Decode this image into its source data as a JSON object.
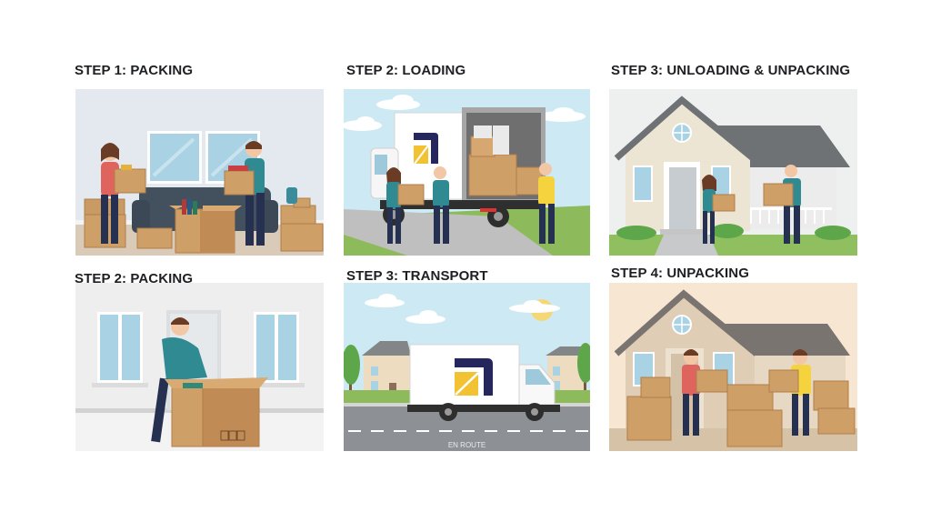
{
  "steps": [
    {
      "title": "STEP 1: PACKING",
      "scene": "two people packing boxes in a living room",
      "bg": "#e6ecf0"
    },
    {
      "title": "STEP 2: LOADING",
      "scene": "three movers loading boxes into a white moving truck",
      "bg": "#cdeaf4"
    },
    {
      "title": "STEP 3: UNLOADING & UNPACKING",
      "scene": "two people carrying boxes into a house",
      "bg": "#eef0f0"
    },
    {
      "title": "STEP 2: PACKING",
      "scene": "man packing a large box indoors",
      "bg": "#eeeeee"
    },
    {
      "title": "STEP 3: TRANSPORT",
      "scene": "moving truck driving on a road",
      "bg": "#cdeaf4",
      "road_label": "EN ROUTE"
    },
    {
      "title": "STEP 4: UNPACKING",
      "scene": "two movers with boxes in front of a house",
      "bg": "#f6e6d2"
    }
  ],
  "colors": {
    "brand_navy": "#24265c",
    "brand_yellow": "#f2c232",
    "cardboard": "#cf9f68",
    "teal_shirt": "#2f8a92",
    "title_text": "#1e1f22"
  }
}
